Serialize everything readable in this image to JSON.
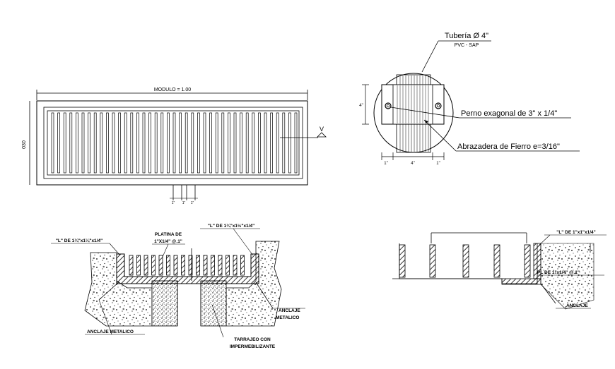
{
  "plan_view": {
    "module_label": "MODULO = 1.00",
    "height_label": "030",
    "section_mark": "V",
    "bottom_dims": [
      "1\"",
      "1\"",
      "1\""
    ]
  },
  "pipe_detail": {
    "pipe_label": "Tubería Ø 4\"",
    "pipe_material": "PVC - SAP",
    "bolt_label": "Perno exagonal de 3\" x 1/4\"",
    "clamp_label": "Abrazadera de Fierro e=3/16\"",
    "side_dim": "4\"",
    "bottom_dims": [
      "1\"",
      "4\"",
      "1\""
    ]
  },
  "section_left": {
    "angle_left": "\"L\" DE 1¼\"x1¼\"x1/4\"",
    "plate_line1": "PLATINA DE",
    "plate_line2": "1\"X1/4\" @.1\"",
    "angle_right": "\"L\" DE 1¼\"x1½\"x1/4\"",
    "anchor_right_line1": "ANCLAJE",
    "anchor_right_line2": "METALICO",
    "anchor_left": "ANCLAJE METALICO",
    "render_line1": "TARRAJEO CON",
    "render_line2": "IMPERMEBILIZANTE"
  },
  "section_right": {
    "angle_label": "\"L\" DE 1\"x1\"x1/4\"",
    "plate_label": "PL DE 1\"x1/4\" @.1\"",
    "anchor_label": "ANCLAJE"
  },
  "colors": {
    "line": "#000000",
    "background": "#ffffff"
  }
}
